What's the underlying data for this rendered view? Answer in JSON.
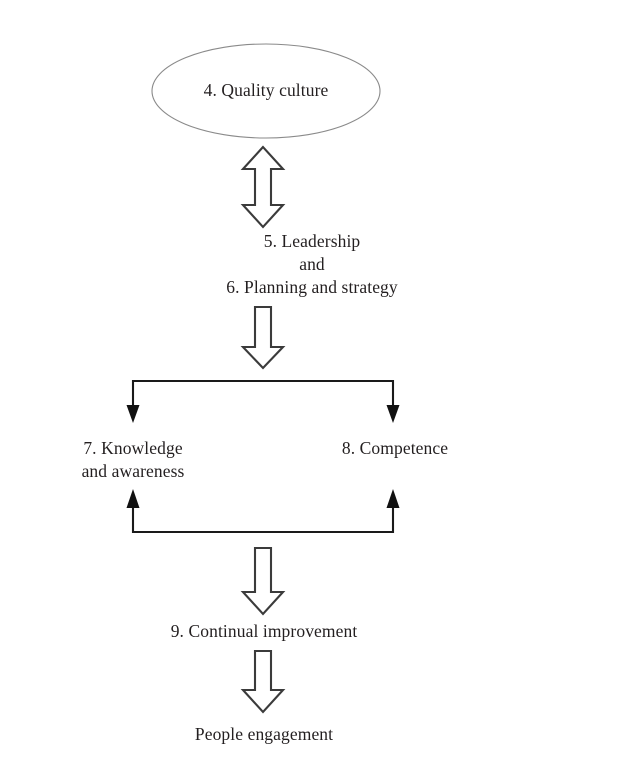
{
  "diagram": {
    "title_text": "",
    "background_color": "#ffffff",
    "text_color": "#231f20",
    "ellipse_stroke_color": "#8a8a8a",
    "block_arrow_stroke_color": "#3b3b3b",
    "line_stroke_color": "#1a1a1a",
    "nodes": [
      {
        "id": "quality-culture",
        "label": "4. Quality culture",
        "shape": "ellipse"
      },
      {
        "id": "leadership-planning",
        "label": "5. Leadership\nand\n6. Planning and strategy",
        "shape": "text"
      },
      {
        "id": "knowledge",
        "label": "7. Knowledge\nand awareness",
        "shape": "text"
      },
      {
        "id": "competence",
        "label": "8. Competence",
        "shape": "text"
      },
      {
        "id": "continual-improvement",
        "label": "9. Continual improvement",
        "shape": "text"
      },
      {
        "id": "people-engagement",
        "label": "People engagement",
        "shape": "text"
      }
    ],
    "connectors": [
      {
        "id": "quality-culture-leadership",
        "style": "block-arrow",
        "direction": "bidirectional-vertical",
        "from": "quality-culture",
        "to": "leadership-planning"
      },
      {
        "id": "leadership-branch",
        "style": "block-arrow",
        "direction": "down",
        "from": "leadership-planning",
        "to": "branch-bus"
      },
      {
        "id": "branch-to-knowledge-competence",
        "style": "line-arrow-split",
        "direction": "down",
        "from": "branch-bus",
        "to": "knowledge, competence"
      },
      {
        "id": "return-bus-to-knowledge-competence",
        "style": "line-arrow-split",
        "direction": "up",
        "from": "return-bus",
        "to": "knowledge, competence"
      },
      {
        "id": "return-bus-to-continual-improvement",
        "style": "block-arrow",
        "direction": "down",
        "from": "return-bus",
        "to": "continual-improvement"
      },
      {
        "id": "continual-improvement-people-engagement",
        "style": "block-arrow",
        "direction": "down",
        "from": "continual-improvement",
        "to": "people-engagement"
      }
    ]
  }
}
